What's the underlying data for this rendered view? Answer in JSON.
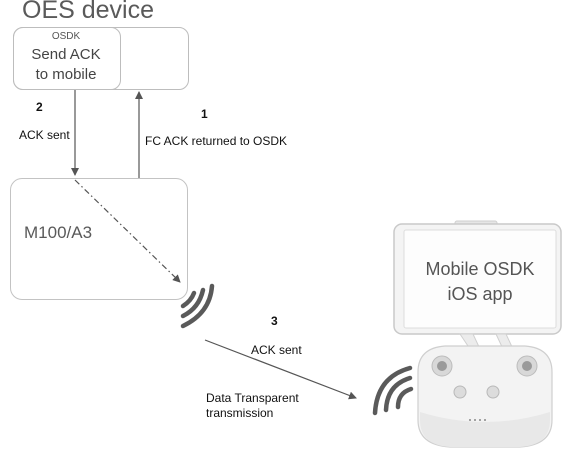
{
  "oes_device": {
    "title": "OES device",
    "osdk_label": "OSDK",
    "action_label_lines": [
      "Send ACK",
      "to mobile"
    ]
  },
  "steps": {
    "step1": {
      "number": "1",
      "label": "FC ACK returned to OSDK"
    },
    "step2": {
      "number": "2",
      "label": "ACK sent"
    },
    "step3": {
      "number": "3",
      "label": "ACK sent"
    }
  },
  "m100": {
    "label": "M100/A3"
  },
  "mobile": {
    "label_lines": [
      "Mobile OSDK",
      "iOS app"
    ]
  },
  "transmission": {
    "label_lines": [
      "Data Transparent",
      "transmission"
    ]
  },
  "colors": {
    "line": "#555555",
    "box_border": "#bdbdbd",
    "signal": "#5a5a5a"
  }
}
